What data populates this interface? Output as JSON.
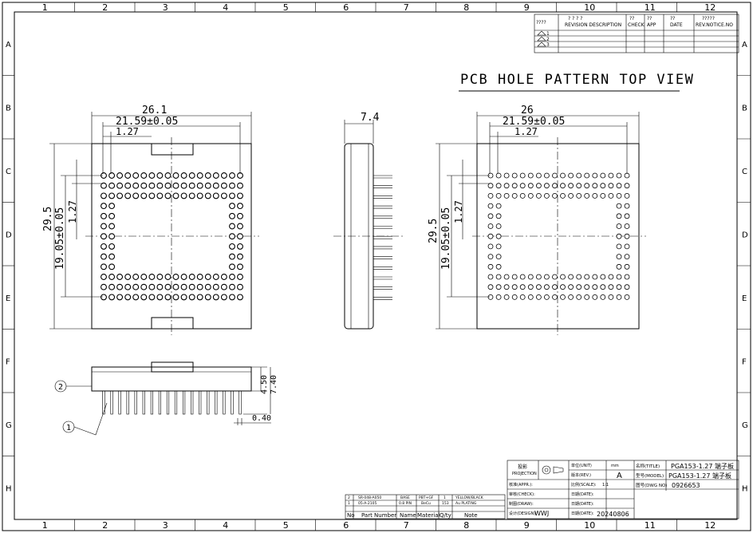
{
  "frame": {
    "columns": [
      "1",
      "2",
      "3",
      "4",
      "5",
      "6",
      "7",
      "8",
      "9",
      "10",
      "11",
      "12"
    ],
    "rows": [
      "A",
      "B",
      "C",
      "D",
      "E",
      "F",
      "G",
      "H"
    ]
  },
  "revision_table": {
    "headers": [
      "????",
      "? ? ? ?\nREVISION DESCRIPTION",
      "??\nCHECK",
      "??\nAPP",
      "??\nDATE",
      "?????\nREV.NOTICE.NO"
    ],
    "rows": [
      "1",
      "2",
      "3"
    ]
  },
  "view_title": "PCB HOLE PATTERN TOP VIEW",
  "dims_left": {
    "overall_width": "26.1",
    "pitch_width": "21.59±0.05",
    "pitch": "1.27",
    "overall_height": "29.5",
    "pitch_height": "19.05±0.05",
    "pitch_v": "1.27"
  },
  "dims_side": {
    "width": "7.4"
  },
  "dims_right": {
    "overall_width": "26",
    "pitch_width": "21.59±0.05",
    "pitch": "1.27",
    "overall_height": "29.5",
    "pitch_height": "19.05±0.05",
    "pitch_v": "1.27"
  },
  "dims_front": {
    "height1": "4.50",
    "height2": "7.40",
    "pin": "0.40"
  },
  "callouts": [
    "2",
    "1"
  ],
  "parts_list": {
    "rows": [
      {
        "no": "2",
        "part": "SR-048-A050",
        "name": "BASE",
        "material": "PBT+GF",
        "qty": "1",
        "note": "YELLOW/BLACK"
      },
      {
        "no": "1",
        "part": "05-A-2105",
        "name": "0.8 PIN",
        "material": "BeCu",
        "qty": "153",
        "note": "Au PLATING"
      }
    ],
    "headers": {
      "no": "No",
      "part": "Part Number",
      "name": "Name",
      "material": "Material",
      "qty": "Q/ty",
      "note": "Note"
    }
  },
  "title_block": {
    "projection_label": "投影\nPROJECTION",
    "unit_label": "单位(UNIT)",
    "unit_value": "mm",
    "rev_label": "版本(REV.)",
    "rev_value": "A",
    "scale_label": "比例(SCALE):",
    "scale_value": "1:1",
    "design_label": "设计(DESIGN):",
    "designer": "WWJ",
    "date_label": "日期(DATE):",
    "date_value": "20240806",
    "approve_label": "核准(APPR.):",
    "check_label": "审核(CHECK):",
    "draw_label": "制图(DRAW):",
    "title_label": "名称(TITLE)",
    "title_value": "PGA153-1.27 端子板",
    "model_label": "型号(MODEL)",
    "model_value": "PGA153-1.27 端子板",
    "dwg_label": "图号(DWG NO)",
    "dwg_value": "0926653"
  }
}
